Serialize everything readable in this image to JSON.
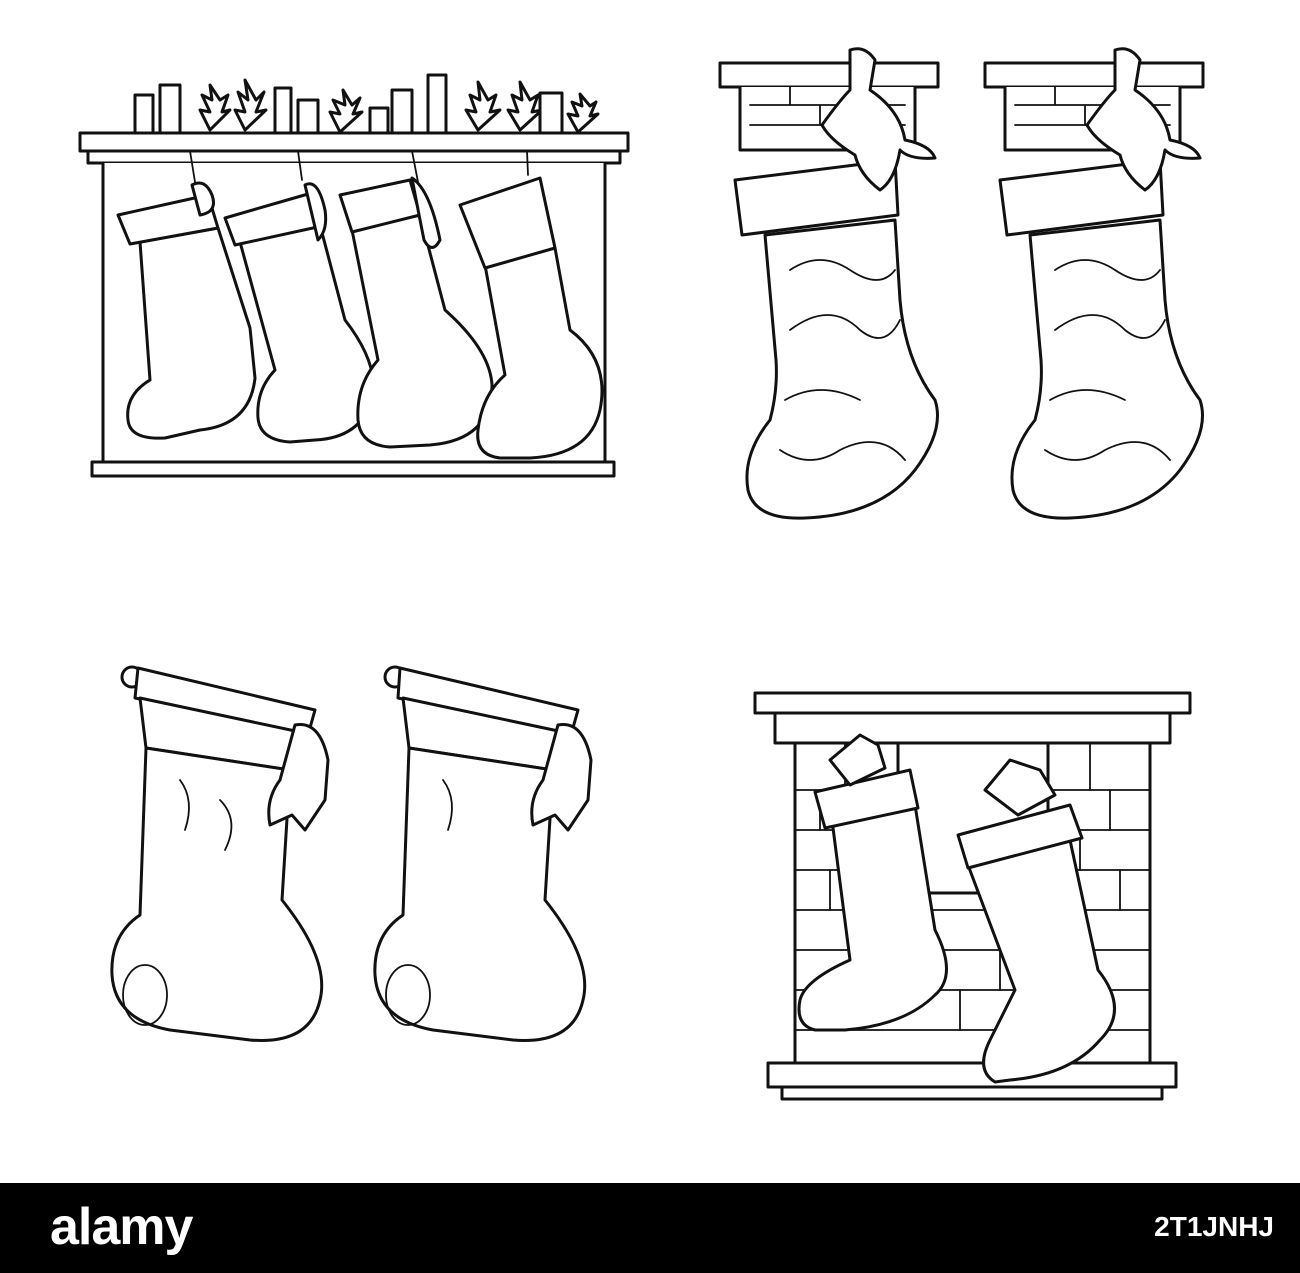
{
  "footer": {
    "brand": "alamy",
    "image_id": "2T1JNHJ",
    "background": "#000000",
    "text_color": "#ffffff"
  },
  "illustrations": [
    {
      "name": "mantel-with-four-stockings"
    },
    {
      "name": "two-stockings-on-mantel"
    },
    {
      "name": "two-stockings-with-bows"
    },
    {
      "name": "brick-fireplace-with-two-stockings"
    }
  ],
  "line_color": "#111111"
}
